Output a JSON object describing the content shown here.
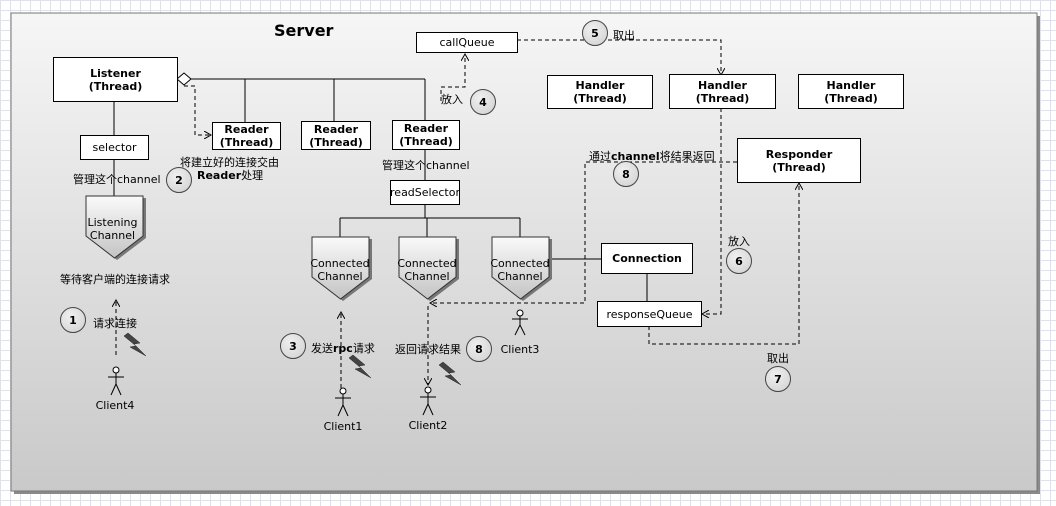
{
  "server_title": "Server",
  "boxes": {
    "listener": "Listener\n(Thread)",
    "selector": "selector",
    "reader1": "Reader\n(Thread)",
    "reader2": "Reader\n(Thread)",
    "reader3": "Reader\n(Thread)",
    "read_selector": "readSelector",
    "call_queue": "callQueue",
    "handler1": "Handler\n(Thread)",
    "handler2": "Handler\n(Thread)",
    "handler3": "Handler\n(Thread)",
    "responder": "Responder\n(Thread)",
    "connection": "Connection",
    "response_queue": "responseQueue"
  },
  "channels": {
    "listening": "Listening\nChannel",
    "connected1": "Connected\nChannel",
    "connected2": "Connected\nChannel",
    "connected3": "Connected\nChannel"
  },
  "labels": {
    "take1": "取出",
    "put1": "放入",
    "handover_line1": "将建立好的连接交由",
    "handover_bold": "Reader",
    "handover_rest": "处理",
    "manage1": "管理这个channel",
    "manage2": "管理这个channel",
    "return_pre": "通过",
    "return_bold": "channel",
    "return_post": "将结果返回",
    "wait": "等待客户端的连接请求",
    "request": "请求连接",
    "send_pre": "发送",
    "send_bold": "rpc",
    "send_post": "请求",
    "return_result": "返回请求结果",
    "put2": "放入",
    "take2": "取出"
  },
  "steps": {
    "s1": "1",
    "s2": "2",
    "s3": "3",
    "s4": "4",
    "s5": "5",
    "s6": "6",
    "s7": "7",
    "s8a": "8",
    "s8b": "8"
  },
  "clients": {
    "client1": "Client1",
    "client2": "Client2",
    "client3": "Client3",
    "client4": "Client4"
  }
}
